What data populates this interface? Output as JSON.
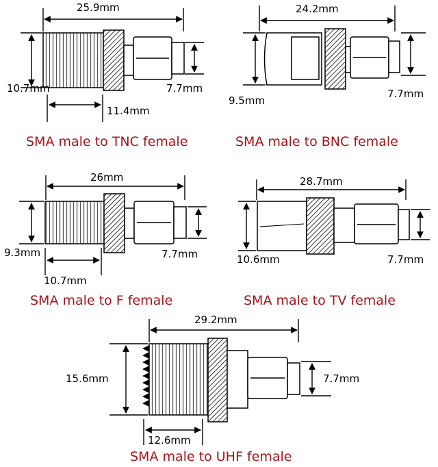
{
  "adapters": [
    {
      "caption": "SMA male to TNC female",
      "length": "25.9mm",
      "left_diameter": "10.7mm",
      "right_diameter": "7.7mm",
      "thread_length": "11.4mm"
    },
    {
      "caption": "SMA male to BNC female",
      "length": "24.2mm",
      "left_diameter": "9.5mm",
      "right_diameter": "7.7mm"
    },
    {
      "caption": "SMA male to F female",
      "length": "26mm",
      "left_diameter": "9.3mm",
      "right_diameter": "7.7mm",
      "thread_length": "10.7mm"
    },
    {
      "caption": "SMA male to TV female",
      "length": "28.7mm",
      "left_diameter": "10.6mm",
      "right_diameter": "7.7mm"
    },
    {
      "caption": "SMA male to UHF female",
      "length": "29.2mm",
      "left_diameter": "15.6mm",
      "right_diameter": "7.7mm",
      "thread_length": "12.6mm"
    }
  ],
  "colors": {
    "caption": "#a3161c",
    "line": "#000000",
    "body": "#ffffff"
  }
}
